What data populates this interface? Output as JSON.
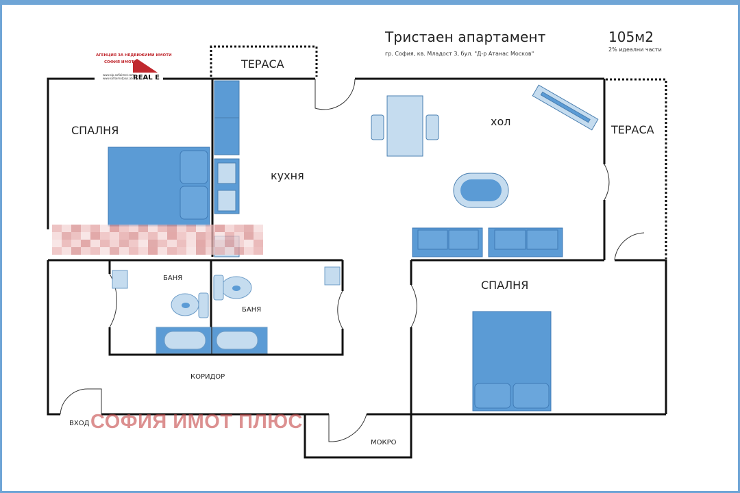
{
  "header": {
    "title": "Тристаен апартамент",
    "address": "гр. София, кв. Младост 3, бул. \"Д-р Атанас Москов\"",
    "area": "105м2",
    "shared_parts": "2% идеални части"
  },
  "logo": {
    "line1": "АГЕНЦИЯ ЗА НЕДВИЖИМИ ИМОТИ",
    "line2": "СОФИЯ ИМОТ +",
    "contacts": "www.sip.sofiaimot.com www.sofiaimotplus.ab.bg",
    "brand": "REAL E"
  },
  "rooms": {
    "terrace_top": "ТЕРАСА",
    "terrace_right": "ТЕРАСА",
    "bedroom_left": "СПАЛНЯ",
    "kitchen": "кухня",
    "living": "хол",
    "bathroom_1": "БАНЯ",
    "bathroom_2": "БАНЯ",
    "bedroom_right": "СПАЛНЯ",
    "corridor": "КОРИДОР",
    "entrance": "ВХОД",
    "wet_room": "МОКРО"
  },
  "watermark": "СОФИЯ ИМОТ ПЛЮС",
  "colors": {
    "wall": "#111111",
    "furniture": "#5b9bd5",
    "furniture_light": "#c5dcef",
    "frame": "#6fa5d6",
    "watermark": "#c44646"
  }
}
